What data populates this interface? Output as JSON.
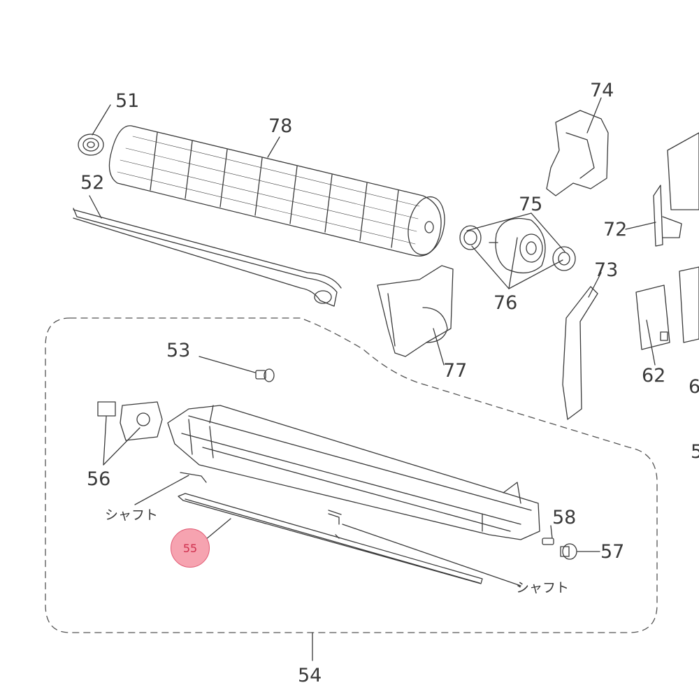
{
  "callouts": {
    "c51": "51",
    "c52": "52",
    "c53": "53",
    "c54": "54",
    "c56": "56",
    "c57": "57",
    "c58": "58",
    "c62": "62",
    "c72": "72",
    "c73": "73",
    "c74": "74",
    "c75": "75",
    "c76": "76",
    "c77": "77",
    "c78": "78",
    "c6x_partial": "6",
    "c5x_partial": "5"
  },
  "highlight": {
    "label": "55",
    "color": "#f6a3b0",
    "border_color": "#e05a73",
    "text_color": "#d0304e"
  },
  "annotations": {
    "shaft_left": "シャフト",
    "shaft_right": "シャフト"
  },
  "colors": {
    "line": "#3a3a3a",
    "dashed_border": "#555555",
    "background": "#ffffff"
  }
}
